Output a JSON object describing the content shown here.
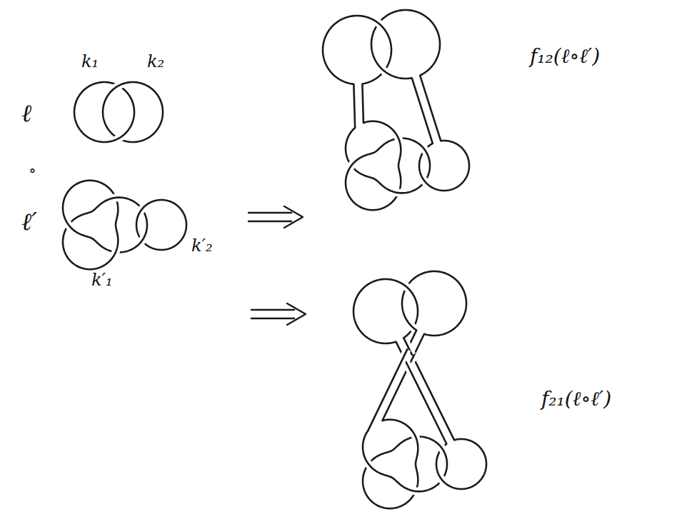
{
  "diagram": {
    "labels": [
      "k₁",
      "k₂",
      "ℓ",
      "f₁₂(ℓ∘ℓ′)",
      "∘",
      "ℓ′",
      "k′₂",
      "k′₁",
      "f₂₁(ℓ∘ℓ′)"
    ]
  }
}
